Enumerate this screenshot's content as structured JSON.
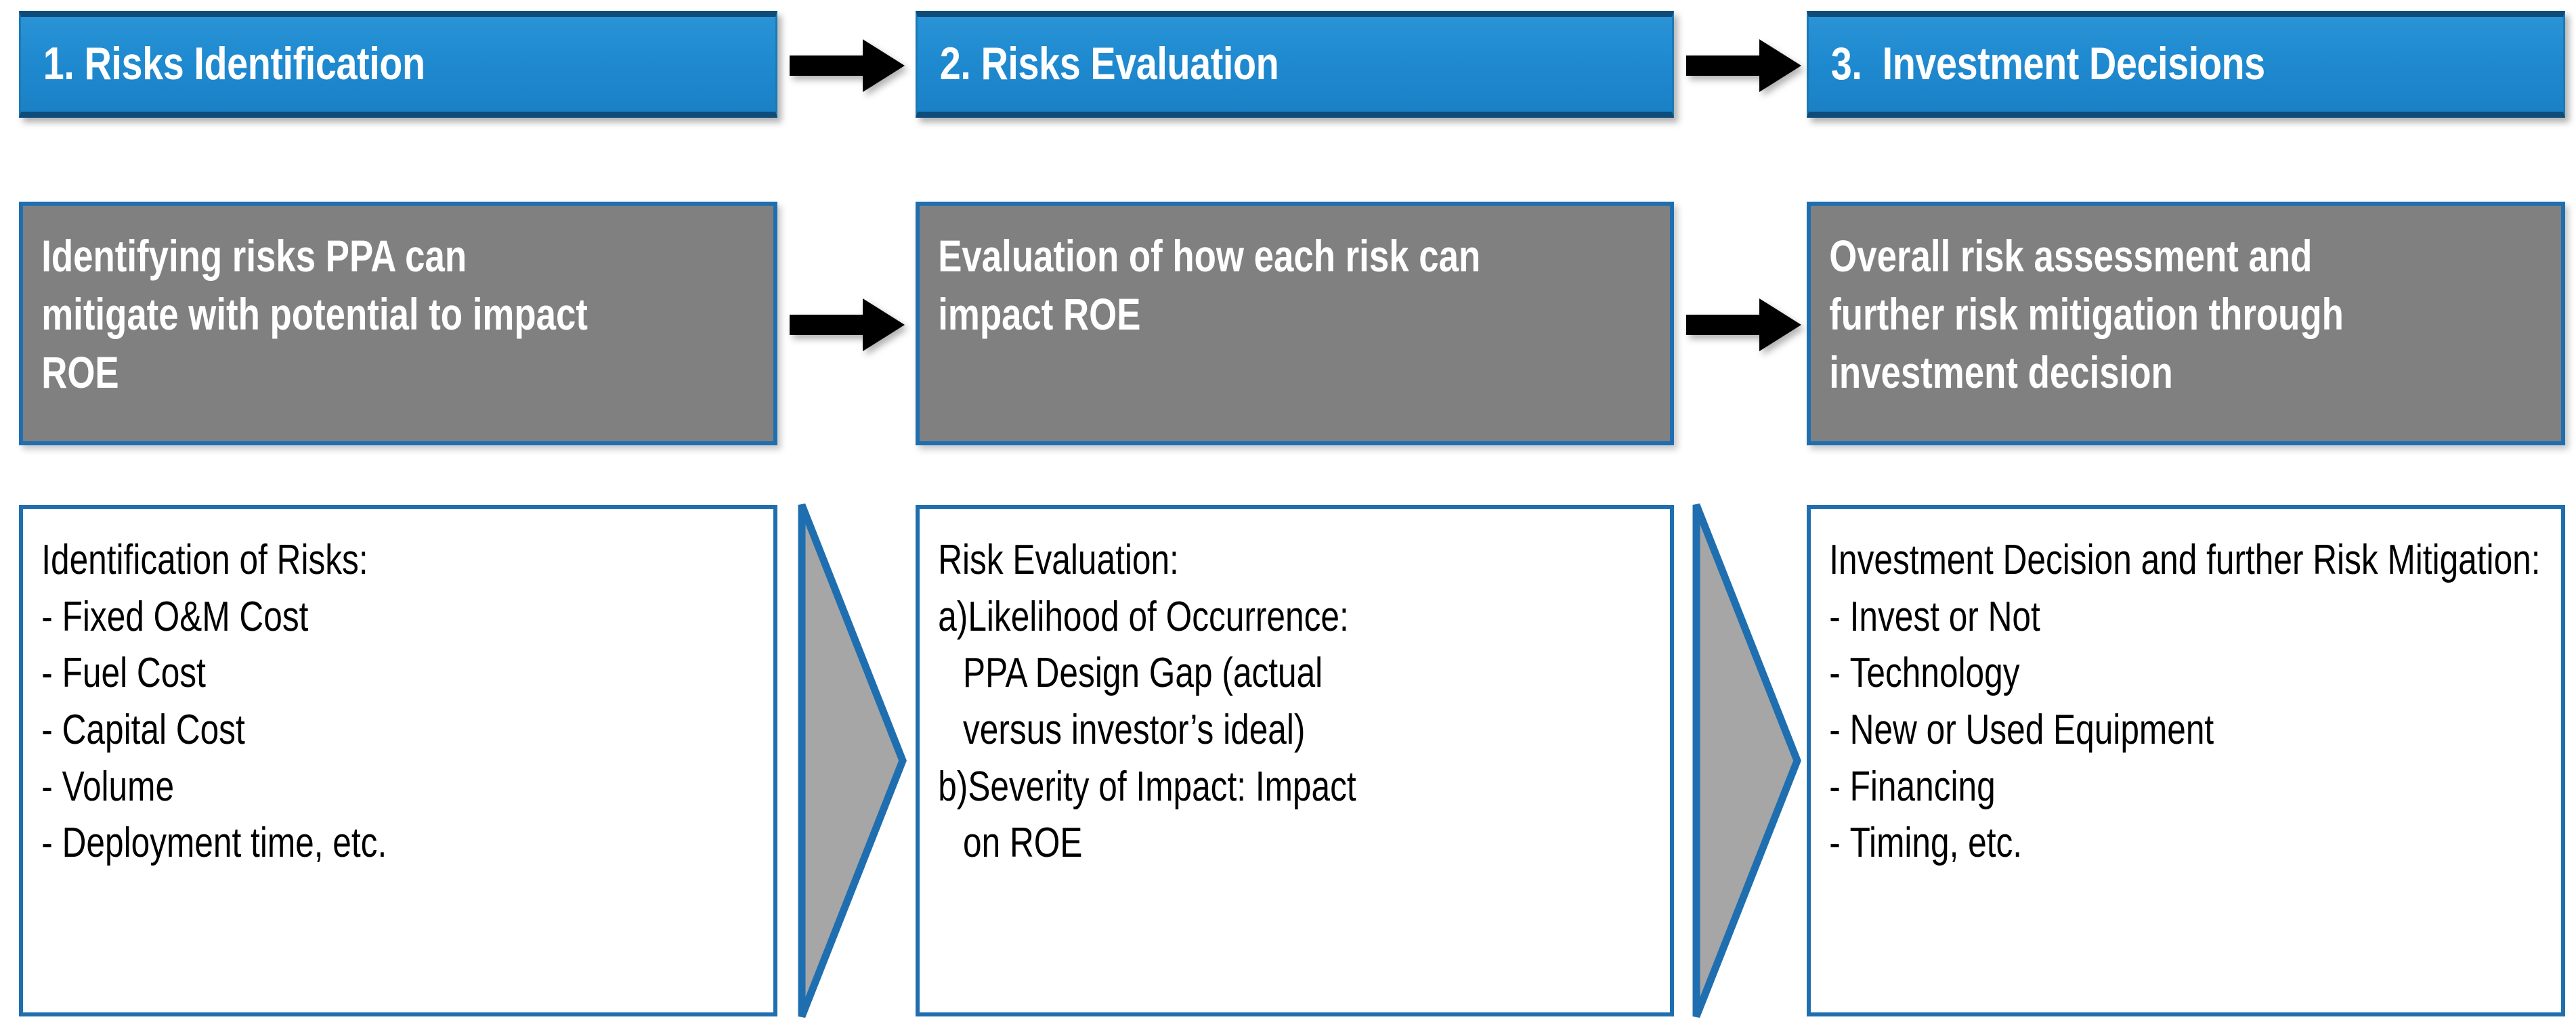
{
  "colors": {
    "header_blue": "#1f8ad0",
    "header_blue_edge": "#0f4c7a",
    "gray_fill": "#808080",
    "box_border_blue": "#1f6fb0",
    "arrow_black": "#000000",
    "chevron_gray": "#a6a6a6",
    "text_white": "#ffffff",
    "text_black": "#000000"
  },
  "columns": [
    {
      "id": "col-1",
      "header": {
        "number": "1.",
        "label": "Risks Identification",
        "full": "1. Risks Identification"
      },
      "summary": "Identifying risks PPA can mitigate with potential to impact ROE",
      "detail": {
        "title": "Identification of Risks:",
        "items": [
          {
            "marker": "-",
            "text": "Fixed O&M Cost"
          },
          {
            "marker": "-",
            "text": "Fuel Cost"
          },
          {
            "marker": "-",
            "text": "Capital Cost"
          },
          {
            "marker": "-",
            "text": "Volume"
          },
          {
            "marker": "-",
            "text": "Deployment time, etc."
          }
        ]
      }
    },
    {
      "id": "col-2",
      "header": {
        "number": "2.",
        "label": "Risks Evaluation",
        "full": "2. Risks Evaluation"
      },
      "summary": "Evaluation of how each risk can impact ROE",
      "detail": {
        "title": "Risk Evaluation:",
        "items": [
          {
            "marker": "a)",
            "text": "Likelihood of Occurrence:",
            "continuation": "PPA Design Gap (actual\nversus investor’s ideal)"
          },
          {
            "marker": "b)",
            "text": "Severity of Impact: Impact",
            "continuation": "on ROE"
          }
        ]
      }
    },
    {
      "id": "col-3",
      "header": {
        "number": "3.",
        "label": "Investment Decisions",
        "full": "3.  Investment Decisions"
      },
      "summary": "Overall risk assessment and further risk mitigation through investment decision",
      "detail": {
        "title": "Investment Decision and further Risk Mitigation:",
        "items": [
          {
            "marker": "-",
            "text": "Invest or Not"
          },
          {
            "marker": "-",
            "text": "Technology"
          },
          {
            "marker": "-",
            "text": "New or Used Equipment"
          },
          {
            "marker": "-",
            "text": "Financing"
          },
          {
            "marker": "-",
            "text": "Timing, etc."
          }
        ]
      }
    }
  ],
  "connectors": {
    "arrows": [
      {
        "id": "arrow-header-1-2",
        "direction": "right"
      },
      {
        "id": "arrow-header-2-3",
        "direction": "right"
      },
      {
        "id": "arrow-summary-1-2",
        "direction": "right"
      },
      {
        "id": "arrow-summary-2-3",
        "direction": "right"
      }
    ],
    "chevrons": [
      {
        "id": "chevron-detail-1-2",
        "direction": "right"
      },
      {
        "id": "chevron-detail-2-3",
        "direction": "right"
      }
    ]
  }
}
